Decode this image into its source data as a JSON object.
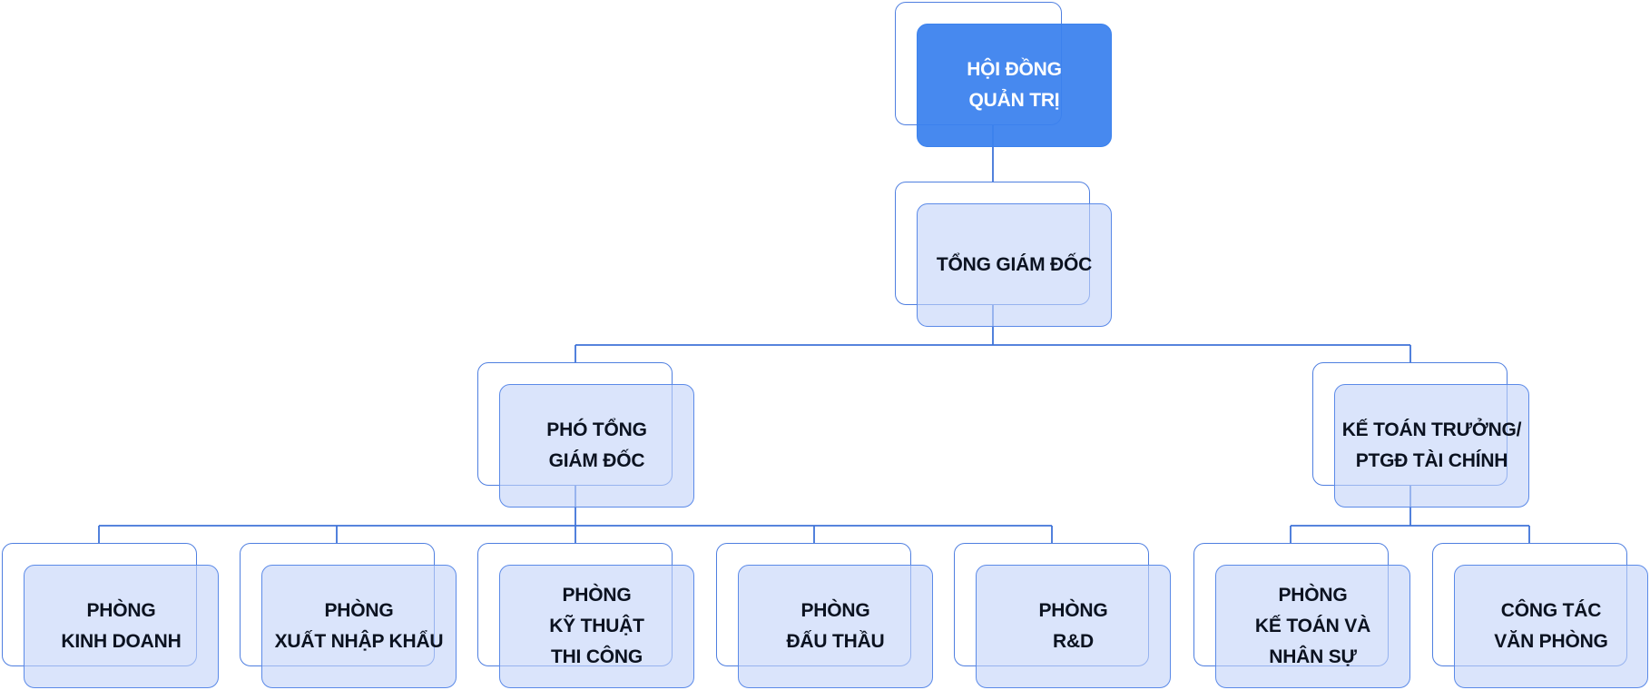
{
  "colors": {
    "line": "#3f73d8",
    "node_border": "#5b8ae8",
    "node_fill": "#dbe4fb",
    "primary_fill": "#3b82ee",
    "primary_text": "#ffffff",
    "text": "#0b1220"
  },
  "nodes": [
    {
      "id": "hoi-dong-quan-tri",
      "parent": null,
      "primary": true,
      "lines": [
        "HỘI ĐỒNG",
        "QUẢN TRỊ"
      ]
    },
    {
      "id": "tong-giam-doc",
      "parent": "hoi-dong-quan-tri",
      "lines": [
        "TỔNG GIÁM ĐỐC"
      ]
    },
    {
      "id": "pho-tong-giam-doc",
      "parent": "tong-giam-doc",
      "lines": [
        "PHÓ TỔNG",
        "GIÁM ĐỐC"
      ]
    },
    {
      "id": "ke-toan-truong",
      "parent": "tong-giam-doc",
      "lines": [
        "KẾ TOÁN TRƯỞNG/",
        "PTGĐ TÀI CHÍNH"
      ]
    },
    {
      "id": "phong-kinh-doanh",
      "parent": "pho-tong-giam-doc",
      "lines": [
        "PHÒNG",
        "KINH DOANH"
      ]
    },
    {
      "id": "phong-xuat-nhap-khau",
      "parent": "pho-tong-giam-doc",
      "lines": [
        "PHÒNG",
        "XUẤT NHẬP KHẨU"
      ]
    },
    {
      "id": "phong-ky-thuat-thi-cong",
      "parent": "pho-tong-giam-doc",
      "lines": [
        "PHÒNG",
        "KỸ THUẬT",
        "THI CÔNG"
      ]
    },
    {
      "id": "phong-dau-thau",
      "parent": "pho-tong-giam-doc",
      "lines": [
        "PHÒNG",
        "ĐẤU THẦU"
      ]
    },
    {
      "id": "phong-rd",
      "parent": "pho-tong-giam-doc",
      "lines": [
        "PHÒNG",
        "R&D"
      ]
    },
    {
      "id": "phong-ke-toan-nhan-su",
      "parent": "ke-toan-truong",
      "lines": [
        "PHÒNG",
        "KẾ TOÁN VÀ",
        "NHÂN SỰ"
      ]
    },
    {
      "id": "cong-tac-van-phong",
      "parent": "ke-toan-truong",
      "lines": [
        "CÔNG TÁC",
        "VĂN PHÒNG"
      ]
    }
  ]
}
